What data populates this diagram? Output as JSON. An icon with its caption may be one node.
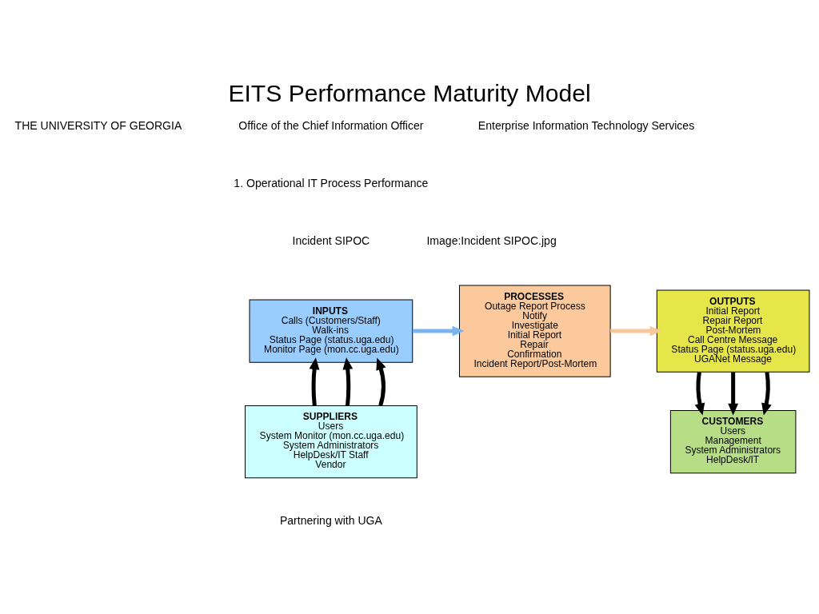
{
  "diagram": {
    "title": "EITS Performance Maturity Model",
    "nodes": [
      {
        "text": [
          "INPUTS",
          "Calls (Customers/Staff)",
          "Walk-ins",
          "Status Page (status.uga.edu)",
          "Monitor Page (mon.cc.uga.edu)"
        ]
      },
      {
        "text": [
          "PROCESSES",
          "Outage Report Process",
          "Notify",
          "Investigate",
          "Initial Report",
          "Repair",
          "Confirmation",
          "Incident Report/Post-Mortem"
        ]
      },
      {
        "text": [
          "OUTPUTS",
          "Initial Report",
          "Repair Report",
          "Post-Mortem",
          "Call Centre Message",
          "Status Page (status.uga.edu)",
          "UGANet Message"
        ]
      },
      {
        "text": [
          "SUPPLIERS",
          "Users",
          "System Monitor (mon.cc.uga.edu)",
          "System Administrators",
          "HelpDesk/IT Staff",
          "Vendor"
        ]
      },
      {
        "text": [
          "CUSTOMERS",
          "Users",
          "Management",
          "System Administrators",
          "HelpDesk/IT"
        ]
      }
    ],
    "edges": [
      {
        "from": 0,
        "to": 1,
        "arrow": "to",
        "color": "#7ab4ee"
      },
      {
        "from": 1,
        "to": 2,
        "arrow": "to",
        "color": "#f9c79a"
      },
      {
        "from": 3,
        "to": 0,
        "arrow": "to"
      },
      {
        "from": 3,
        "to": 0,
        "arrow": "to"
      },
      {
        "from": 3,
        "to": 0,
        "arrow": "to"
      },
      {
        "from": 2,
        "to": 4,
        "arrow": "to"
      },
      {
        "from": 2,
        "to": 4,
        "arrow": "to"
      },
      {
        "from": 2,
        "to": 4,
        "arrow": "to"
      }
    ],
    "labels": [
      "THE UNIVERSITY OF GEORGIA",
      "Office of the Chief Information Officer",
      "Enterprise Information Technology Services",
      "1. Operational IT Process Performance",
      "Incident SIPOC",
      "Image:Incident SIPOC.jpg",
      "Partnering with UGA"
    ]
  }
}
